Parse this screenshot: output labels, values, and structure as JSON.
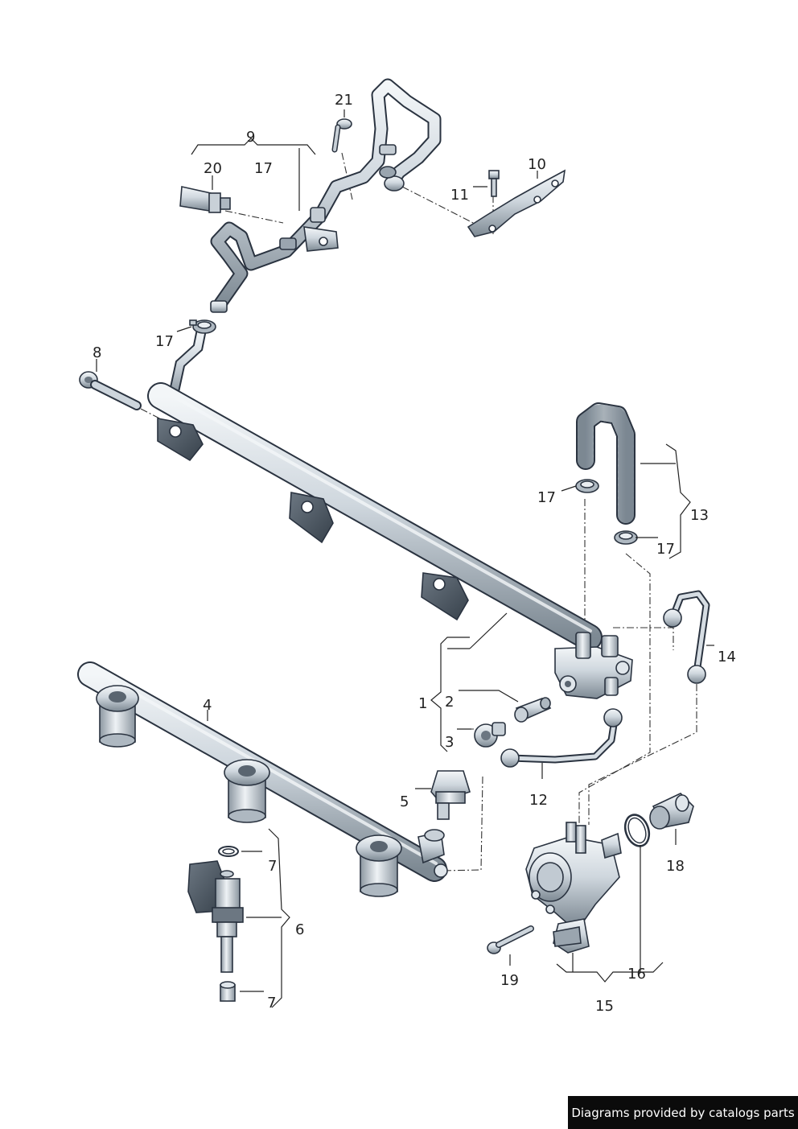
{
  "callouts": {
    "c1": "1",
    "c2": "2",
    "c3": "3",
    "c4": "4",
    "c5": "5",
    "c6": "6",
    "c7a": "7",
    "c7b": "7",
    "c8": "8",
    "c9": "9",
    "c10": "10",
    "c11": "11",
    "c12": "12",
    "c13": "13",
    "c14": "14",
    "c15": "15",
    "c16": "16",
    "c17a": "17",
    "c17b": "17",
    "c17c": "17",
    "c17d": "17",
    "c18": "18",
    "c19": "19",
    "c20": "20",
    "c21": "21"
  },
  "footer": {
    "credit": "Diagrams provided by catalogs parts"
  },
  "colors": {
    "metal_light": "#e4e9ee",
    "metal_mid": "#b9c3cc",
    "metal_dark": "#6f7b86",
    "outline": "#2a3340",
    "credit_bg": "#0b0b0b"
  }
}
